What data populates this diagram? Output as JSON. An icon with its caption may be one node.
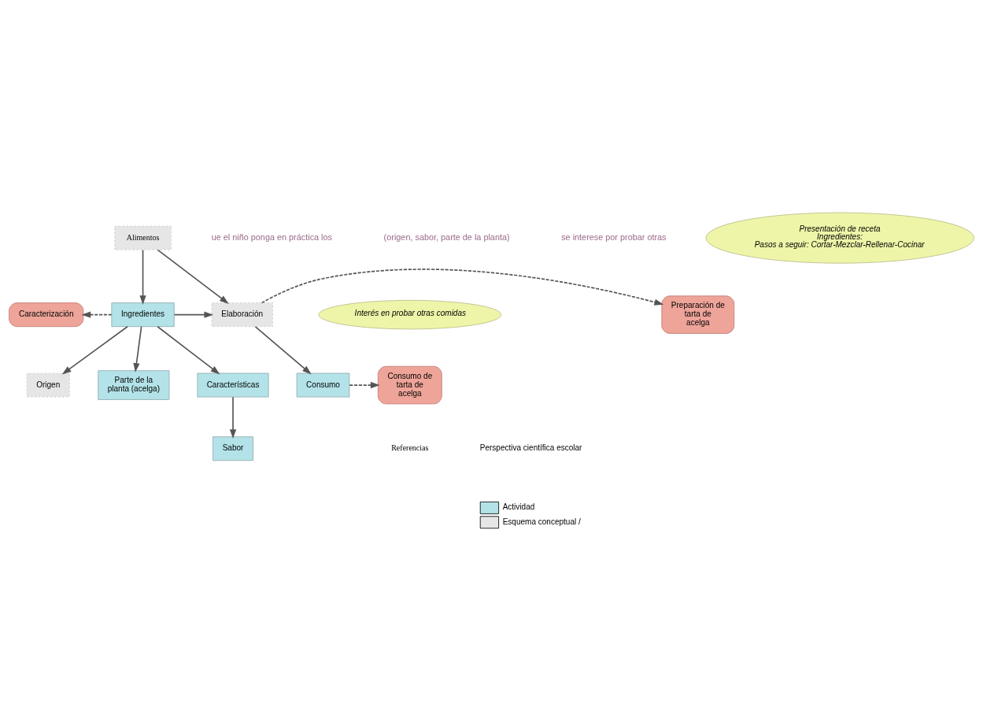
{
  "diagram": {
    "nodes": [
      {
        "text": [
          "Alimentos"
        ]
      },
      {
        "text": [
          "Caracterización"
        ]
      },
      {
        "text": [
          "Ingredientes"
        ]
      },
      {
        "text": [
          "Elaboración"
        ]
      },
      {
        "text": [
          "Preparación de tarta de acelga"
        ]
      },
      {
        "text": [
          "Consumo"
        ]
      },
      {
        "text": [
          "Consumo de tarta de acelga"
        ]
      },
      {
        "text": [
          "Origen"
        ]
      },
      {
        "text": [
          "Parte de la planta (acelga)"
        ]
      },
      {
        "text": [
          "Características"
        ]
      },
      {
        "text": [
          "Sabor"
        ]
      },
      {
        "text": [
          "Presentación de receta",
          "Ingredientes:",
          "Pasos a seguir: Cortar-Mezclar-Rellenar-Cocinar"
        ]
      },
      {
        "text": [
          "Interés en probar otras comidas"
        ]
      }
    ],
    "edges": [
      {
        "from": 0,
        "to": 2,
        "arrow": "to"
      },
      {
        "from": 0,
        "to": 3,
        "arrow": "to"
      },
      {
        "from": 2,
        "to": 1,
        "arrow": "to",
        "style": "dashed"
      },
      {
        "from": 2,
        "to": 3,
        "arrow": "to"
      },
      {
        "from": 3,
        "to": 4,
        "arrow": "to",
        "style": "dashed"
      },
      {
        "from": 3,
        "to": 5,
        "arrow": "to"
      },
      {
        "from": 5,
        "to": 6,
        "arrow": "to",
        "style": "dashed"
      },
      {
        "from": 2,
        "to": 7,
        "arrow": "to"
      },
      {
        "from": 2,
        "to": 8,
        "arrow": "to"
      },
      {
        "from": 2,
        "to": 9,
        "arrow": "to"
      },
      {
        "from": 9,
        "to": 10,
        "arrow": "to"
      }
    ],
    "labels": [
      "ue el niño ponga en práctica los",
      "(origen, sabor, parte de la planta)",
      "se interese por probar otras",
      "Referencias",
      "Perspectiva científica escolar"
    ],
    "legend": [
      {
        "text": "Actividad",
        "color": "#b3e3e8"
      },
      {
        "text": "Esquema conceptual /",
        "color": "#e6e6e6"
      }
    ]
  }
}
